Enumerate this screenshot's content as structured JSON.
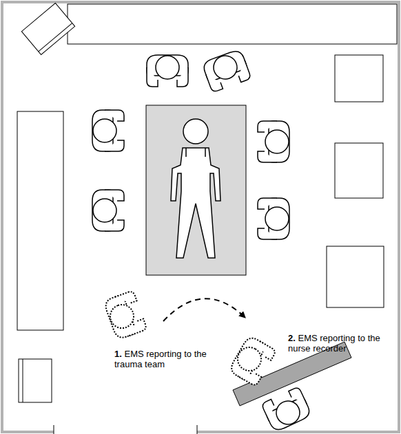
{
  "diagram": {
    "labels": [
      "1.",
      "EMS reporting to the trauma team",
      "2.",
      "EMS reporting to the nurse recorder"
    ]
  }
}
